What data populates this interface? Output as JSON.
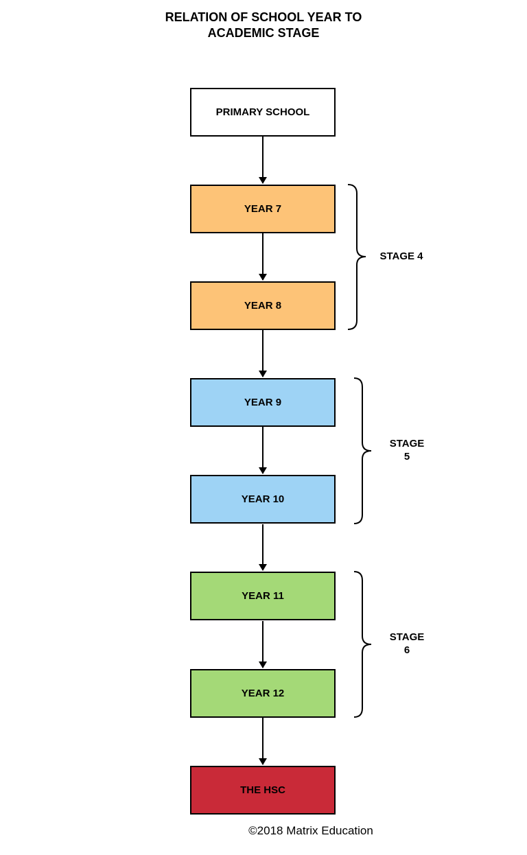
{
  "title": {
    "line1": "RELATION OF SCHOOL YEAR TO",
    "line2": "ACADEMIC STAGE"
  },
  "boxes": [
    {
      "label": "PRIMARY SCHOOL",
      "color": "#ffffff"
    },
    {
      "label": "YEAR 7",
      "color": "#fdc377"
    },
    {
      "label": "YEAR 8",
      "color": "#fdc377"
    },
    {
      "label": "YEAR 9",
      "color": "#9ed3f5"
    },
    {
      "label": "YEAR 10",
      "color": "#9ed3f5"
    },
    {
      "label": "YEAR 11",
      "color": "#a4d977"
    },
    {
      "label": "YEAR 12",
      "color": "#a4d977"
    },
    {
      "label": "THE HSC",
      "color": "#c92a38"
    }
  ],
  "stages": [
    {
      "line1": "STAGE 4",
      "line2": ""
    },
    {
      "line1": "STAGE",
      "line2": "5"
    },
    {
      "line1": "STAGE",
      "line2": "6"
    }
  ],
  "footer": "©2018 Matrix Education"
}
